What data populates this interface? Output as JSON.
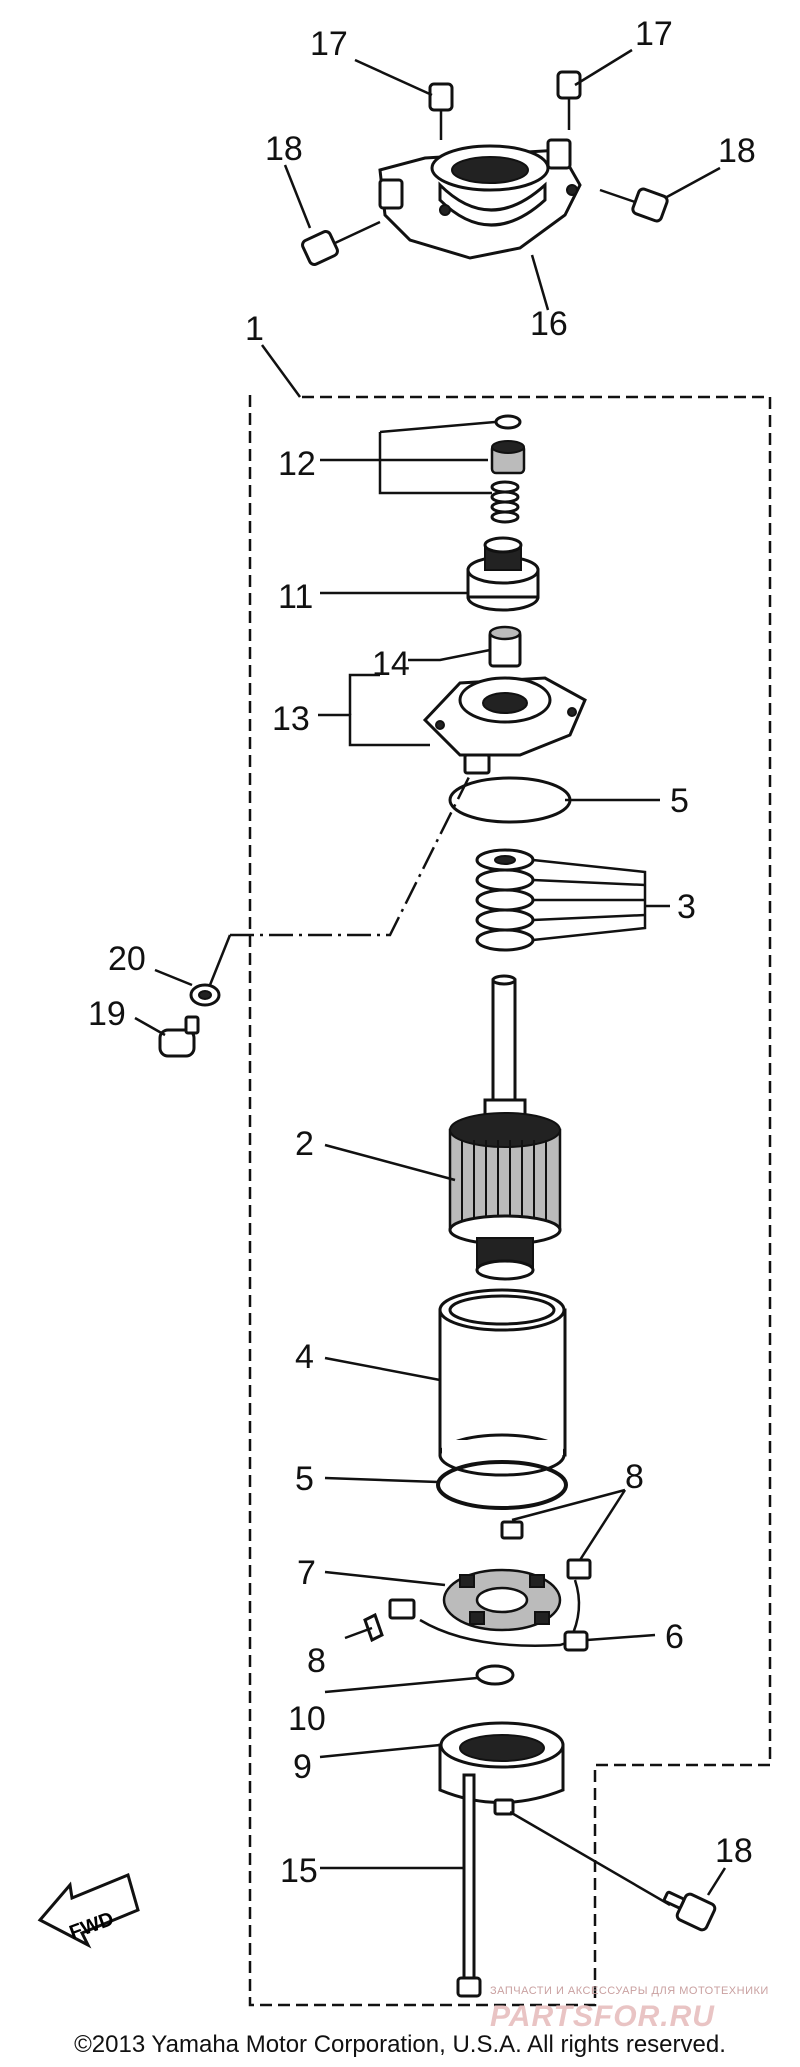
{
  "diagram": {
    "labels": {
      "p1": "1",
      "p2": "2",
      "p3": "3",
      "p4": "4",
      "p5a": "5",
      "p5b": "5",
      "p6": "6",
      "p7": "7",
      "p8a": "8",
      "p8b": "8",
      "p9": "9",
      "p10": "10",
      "p11": "11",
      "p12": "12",
      "p13": "13",
      "p14": "14",
      "p15": "15",
      "p16": "16",
      "p17a": "17",
      "p17b": "17",
      "p18a": "18",
      "p18b": "18",
      "p18c": "18",
      "p19": "19",
      "p20": "20"
    },
    "fwd_label": "FWD"
  },
  "footer": {
    "copyright": "©2013 Yamaha Motor Corporation, U.S.A. All rights reserved.",
    "watermark_caption": "ЗАПЧАСТИ И АКСЕССУАРЫ ДЛЯ МОТОТЕХНИКИ",
    "watermark_logo": "PARTSFOR.RU"
  }
}
